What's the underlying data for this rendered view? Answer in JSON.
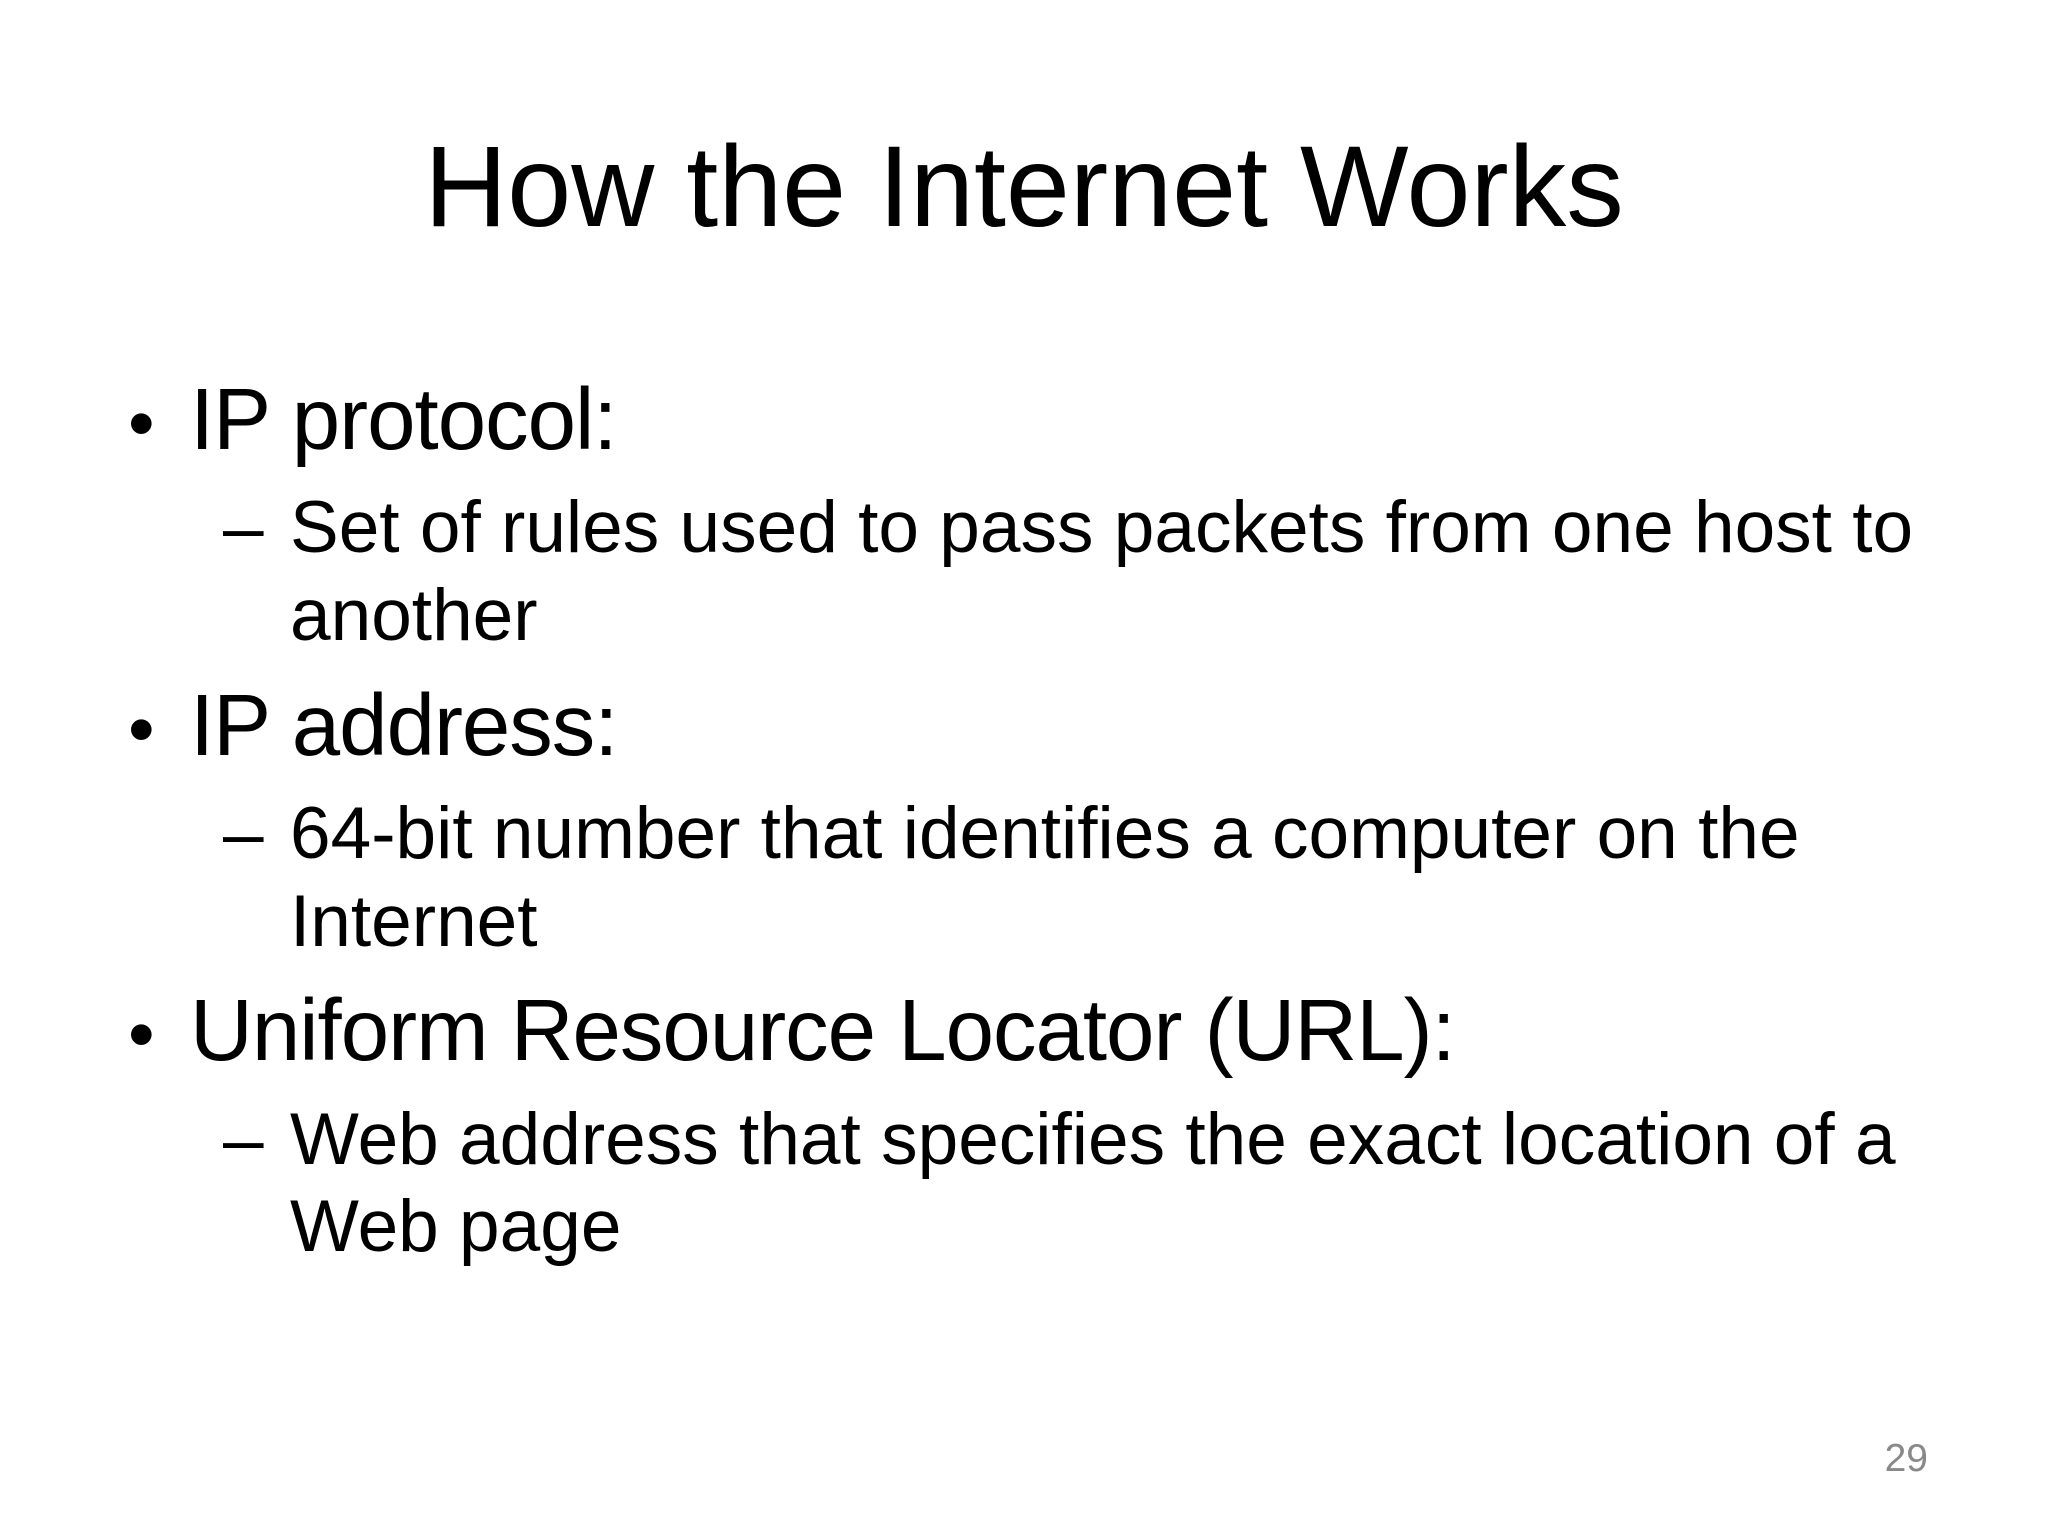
{
  "slide": {
    "title": "How the Internet Works",
    "page_number": "29",
    "bullet_marker": "•",
    "sub_marker": "–",
    "bullets": [
      {
        "label": "IP protocol:",
        "detail": "Set of rules used to pass packets from one host to another"
      },
      {
        "label": "IP address:",
        "detail": "64-bit number that identifies a computer on the Internet"
      },
      {
        "label": "Uniform Resource Locator (URL):",
        "detail": "Web address that specifies the exact location of a Web page"
      }
    ],
    "colors": {
      "background": "#ffffff",
      "text": "#000000",
      "page_number": "#898989"
    }
  }
}
